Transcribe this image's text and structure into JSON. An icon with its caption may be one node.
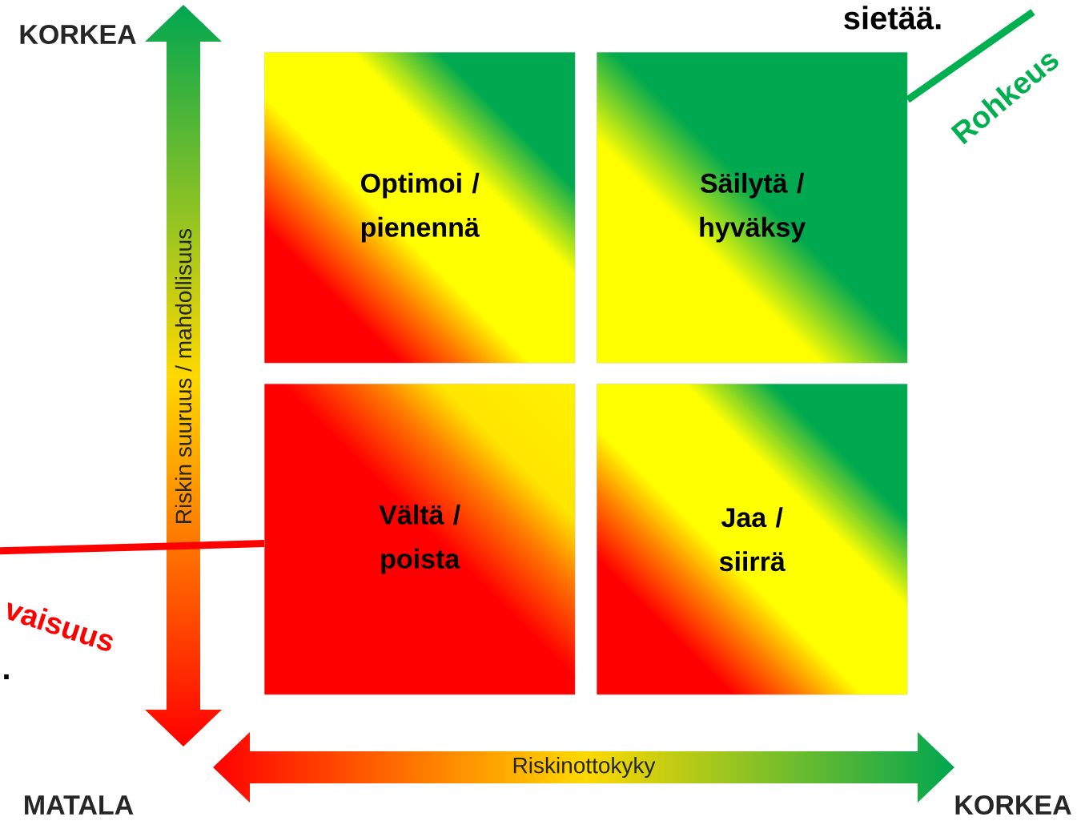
{
  "diagram": {
    "nodes": [
      {
        "text": [
          "Optimoi / pienennä"
        ]
      },
      {
        "text": [
          "Säilytä / hyväksy"
        ]
      },
      {
        "text": [
          "Vältä / poista"
        ]
      },
      {
        "text": [
          "Jaa / siirrä"
        ]
      }
    ],
    "edges": [
      {
        "from": null,
        "to": 1,
        "arrow": "none",
        "label": "Rohkeus",
        "color": "#00b050"
      },
      {
        "from": null,
        "to": 2,
        "arrow": "none",
        "label": "vaisuus",
        "color": "#ff0000"
      }
    ],
    "labels": [
      "sietää.",
      "KORKEA",
      "Riskin suuruus / mahdollisuus",
      ".",
      "MATALA",
      "Riskinottokyky",
      "KORKEA"
    ]
  }
}
